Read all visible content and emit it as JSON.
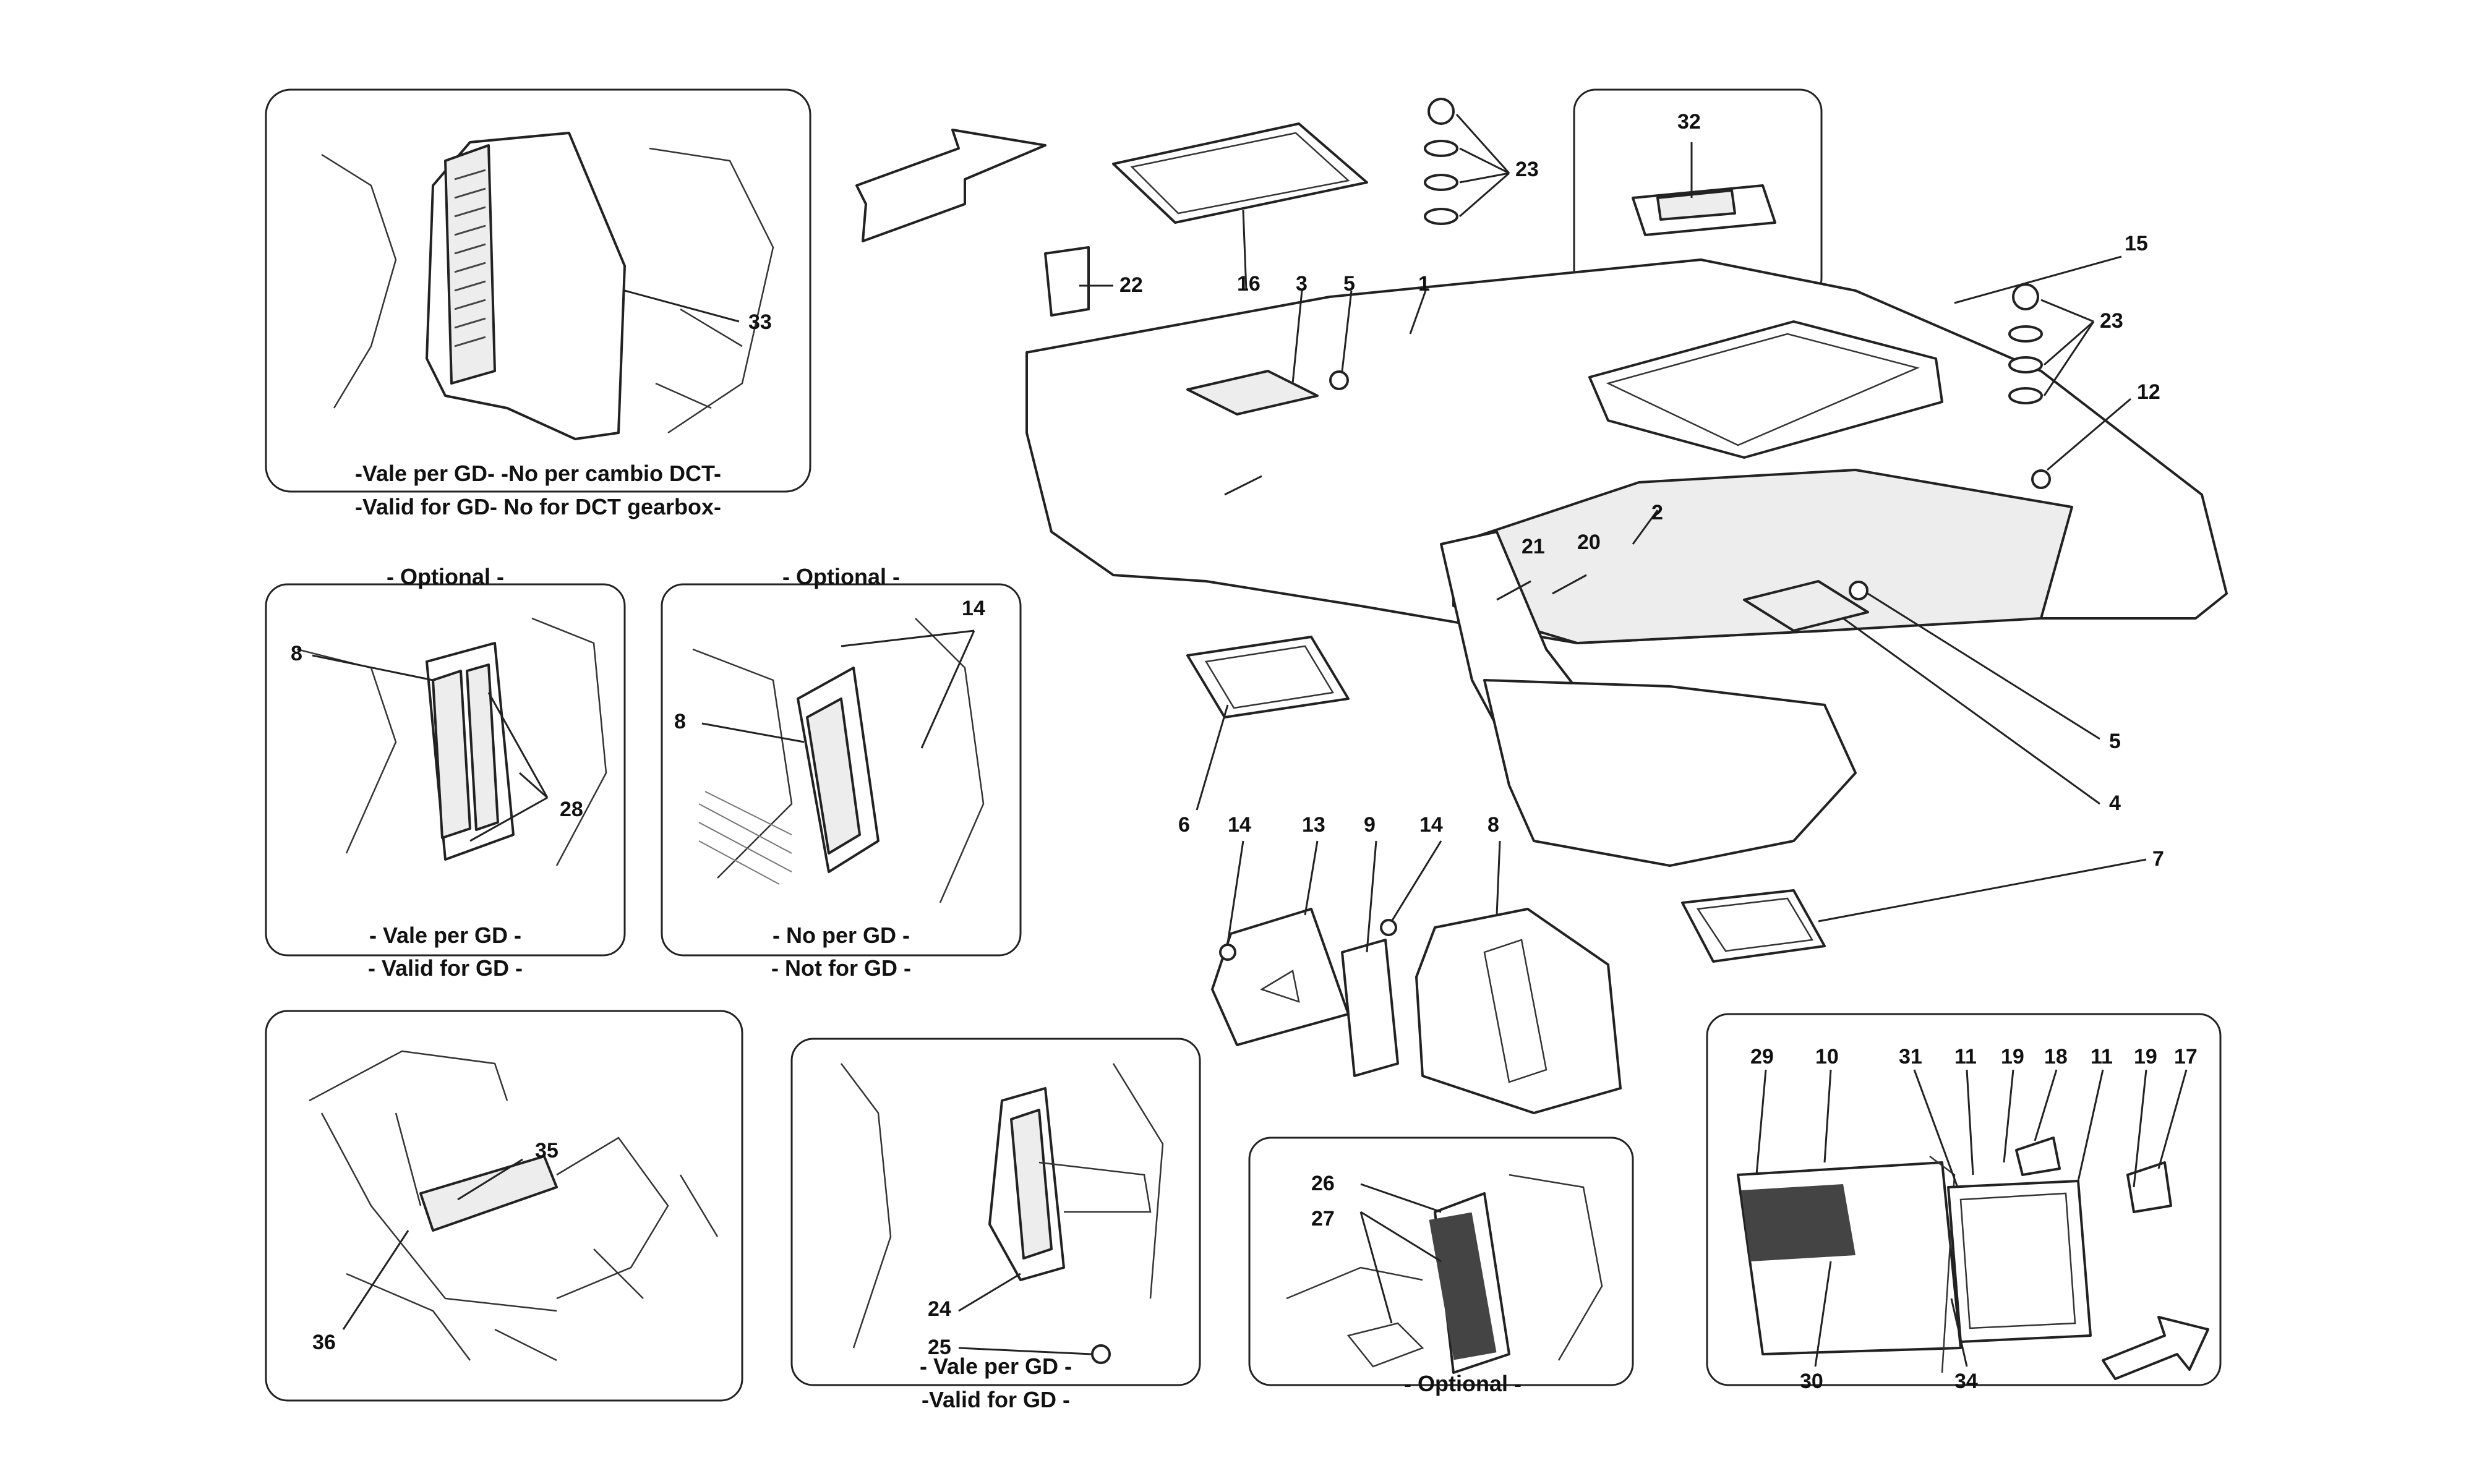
{
  "captions": {
    "gd_dct_it": "-Vale per GD- -No per cambio DCT-",
    "gd_dct_en": "-Valid for GD- No for DCT gearbox-",
    "optional_a": "- Optional -",
    "optional_b": "- Optional -",
    "optional_c": "- Optional -",
    "vale_gd_a": "- Vale per GD -",
    "valid_gd_a": "- Valid for GD -",
    "no_gd": "- No per GD -",
    "not_gd": "- Not for GD -",
    "vale_gd_b": "- Vale per GD -",
    "valid_gd_b": "-Valid for GD -"
  },
  "labels": {
    "n1": "1",
    "n2": "2",
    "n3": "3",
    "n4": "4",
    "n5a": "5",
    "n5b": "5",
    "n6": "6",
    "n7": "7",
    "n8a": "8",
    "n8b": "8",
    "n8c": "8",
    "n9": "9",
    "n10": "10",
    "n11a": "11",
    "n11b": "11",
    "n12": "12",
    "n13": "13",
    "n14a": "14",
    "n14b": "14",
    "n14c": "14",
    "n15": "15",
    "n16": "16",
    "n17": "17",
    "n18": "18",
    "n19a": "19",
    "n19b": "19",
    "n20": "20",
    "n21": "21",
    "n22": "22",
    "n23a": "23",
    "n23b": "23",
    "n24": "24",
    "n25": "25",
    "n26": "26",
    "n27": "27",
    "n28": "28",
    "n29": "29",
    "n30": "30",
    "n31": "31",
    "n32": "32",
    "n33": "33",
    "n34": "34",
    "n35": "35",
    "n36": "36"
  },
  "colors": {
    "ink": "#222222",
    "paper": "#ffffff",
    "shade": "#ededed"
  }
}
